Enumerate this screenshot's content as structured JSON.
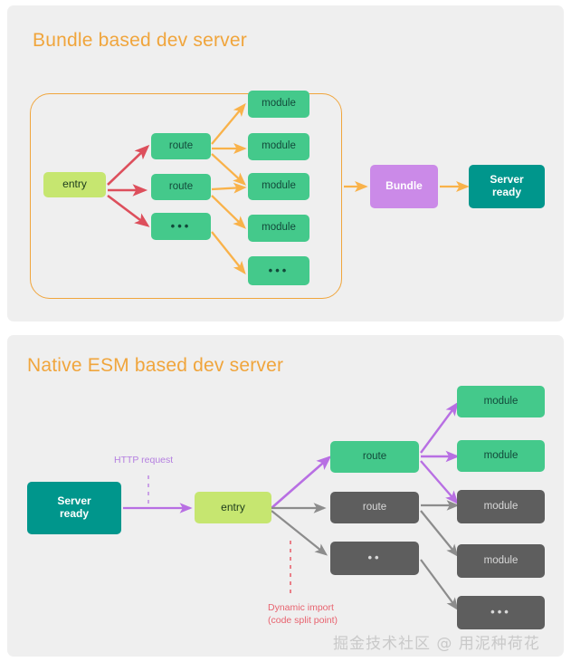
{
  "page": {
    "watermark": "掘金技术社区 @ 用泥种荷花",
    "background": "#ffffff",
    "panel_background": "#efefef"
  },
  "colors": {
    "title_orange": "#f0a53c",
    "entry_green": "#c6e670",
    "node_green": "#44c98b",
    "node_gray": "#5e5e5e",
    "bundle_purple": "#cb8ae8",
    "server_teal": "#00968c",
    "arrow_orange": "#f9b24a",
    "arrow_red": "#dd4f5c",
    "arrow_purple": "#b86fe3",
    "arrow_gray": "#8c8c8c",
    "note_purple": "#b47fe0",
    "note_red": "#e8636f"
  },
  "top_panel": {
    "title": "Bundle based dev server",
    "entry": {
      "label": "entry"
    },
    "routes": [
      {
        "label": "route"
      },
      {
        "label": "route"
      },
      {
        "label": "•••"
      }
    ],
    "modules": [
      {
        "label": "module"
      },
      {
        "label": "module"
      },
      {
        "label": "module"
      },
      {
        "label": "module"
      },
      {
        "label": "•••"
      }
    ],
    "bundle": {
      "label": "Bundle"
    },
    "server": {
      "label_line1": "Server",
      "label_line2": "ready"
    }
  },
  "bottom_panel": {
    "title": "Native ESM based dev server",
    "server": {
      "label_line1": "Server",
      "label_line2": "ready"
    },
    "entry": {
      "label": "entry"
    },
    "annotations": {
      "http_request": "HTTP request",
      "dynamic_import_line1": "Dynamic import",
      "dynamic_import_line2": "(code split point)"
    },
    "routes": [
      {
        "label": "route",
        "style": "green"
      },
      {
        "label": "route",
        "style": "gray"
      },
      {
        "label": "••",
        "style": "gray"
      }
    ],
    "modules": [
      {
        "label": "module",
        "style": "green"
      },
      {
        "label": "module",
        "style": "green"
      },
      {
        "label": "module",
        "style": "gray"
      },
      {
        "label": "module",
        "style": "gray"
      },
      {
        "label": "•••",
        "style": "gray"
      }
    ]
  }
}
